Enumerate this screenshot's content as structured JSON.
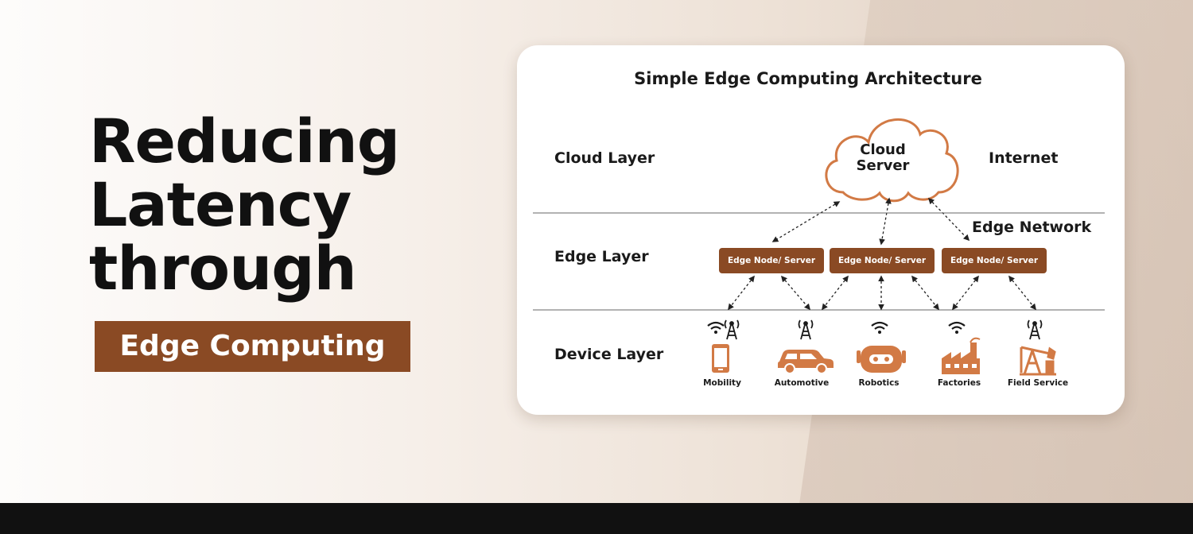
{
  "headline": {
    "line1": "Reducing",
    "line2": "Latency",
    "line3": "through",
    "tag": "Edge Computing"
  },
  "diagram": {
    "title": "Simple Edge Computing Architecture",
    "layers": {
      "cloud": "Cloud Layer",
      "edge": "Edge Layer",
      "device": "Device Layer"
    },
    "cloud_server_line1": "Cloud",
    "cloud_server_line2": "Server",
    "internet_label": "Internet",
    "edge_network_label": "Edge Network",
    "edge_nodes": [
      "Edge Node/ Server",
      "Edge Node/ Server",
      "Edge Node/ Server"
    ],
    "devices": [
      "Mobility",
      "Automotive",
      "Robotics",
      "Factories",
      "Field Service"
    ],
    "colors": {
      "accent": "#8a4a24",
      "icon": "#d27a45",
      "text": "#1a1a1a"
    },
    "icons": {
      "wifi": "wifi-icon",
      "tower": "cell-tower-icon",
      "mobility": "smartphone-icon",
      "automotive": "car-icon",
      "robotics": "robot-icon",
      "factories": "factory-icon",
      "field_service": "oil-pump-icon"
    }
  }
}
